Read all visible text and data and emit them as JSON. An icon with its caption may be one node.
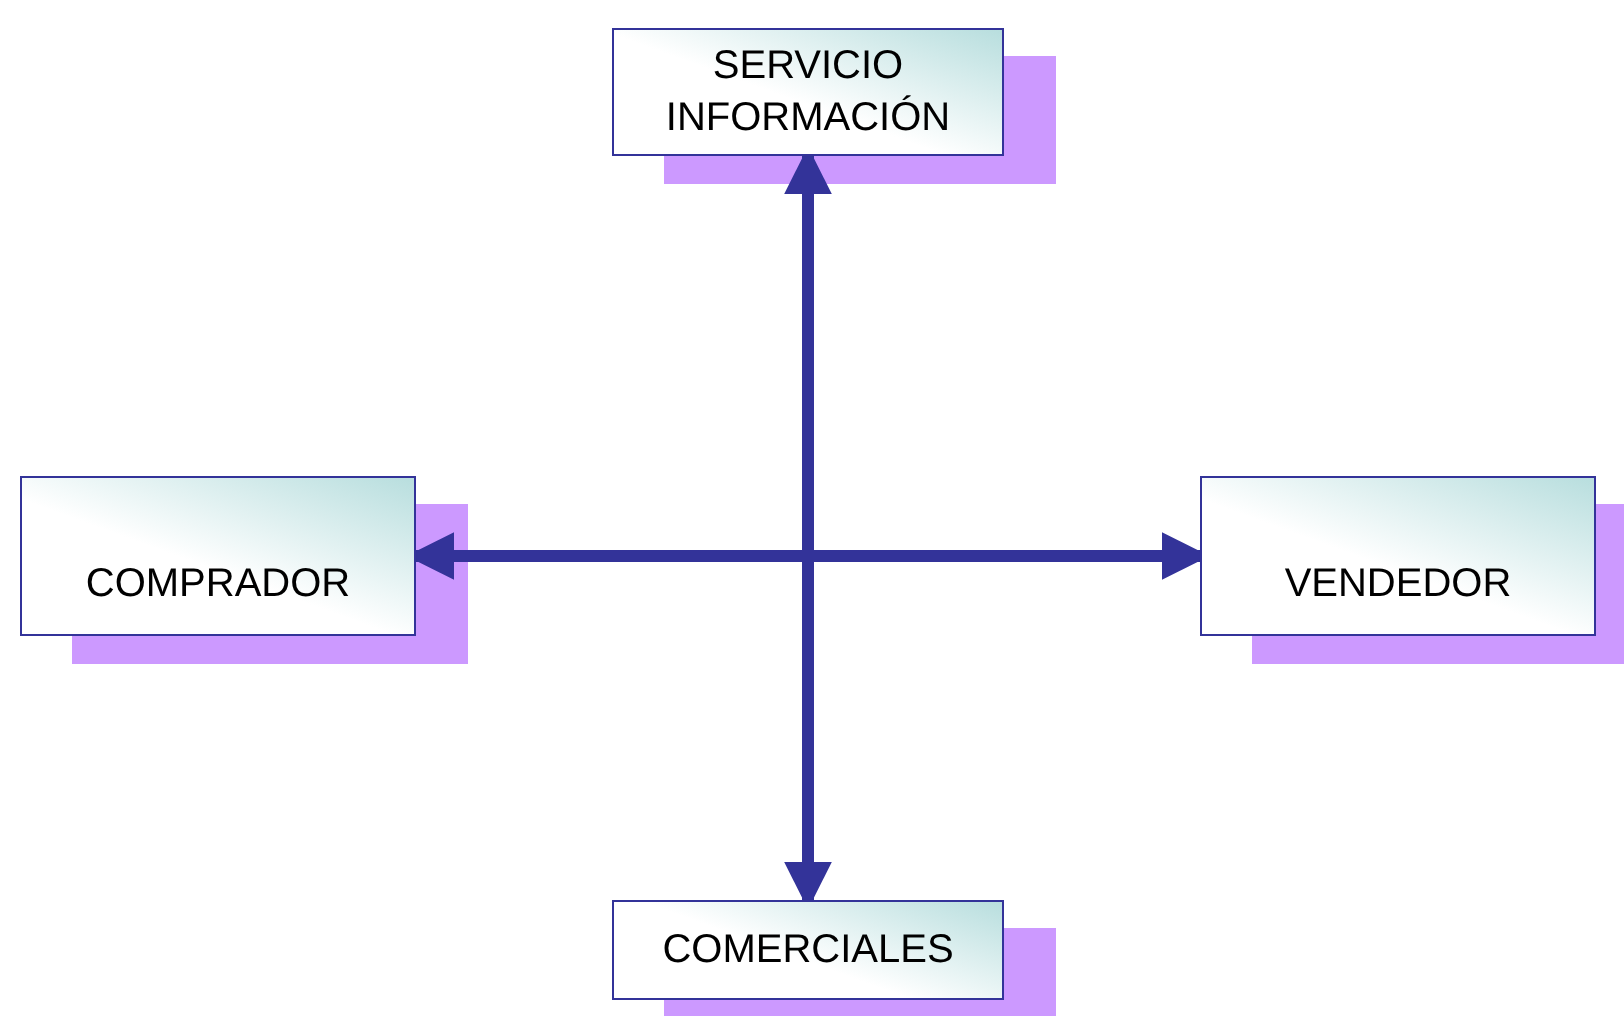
{
  "diagram": {
    "nodes": [
      {
        "text": [
          "SERVICIO INFORMACIÓN"
        ]
      },
      {
        "text": [
          "COMPRADOR"
        ]
      },
      {
        "text": [
          "VENDEDOR"
        ]
      },
      {
        "text": [
          "COMERCIALES"
        ]
      }
    ],
    "edges": [
      {
        "from": 1,
        "to": 2,
        "arrow": "both"
      },
      {
        "from": 0,
        "to": 3,
        "arrow": "both"
      }
    ]
  }
}
